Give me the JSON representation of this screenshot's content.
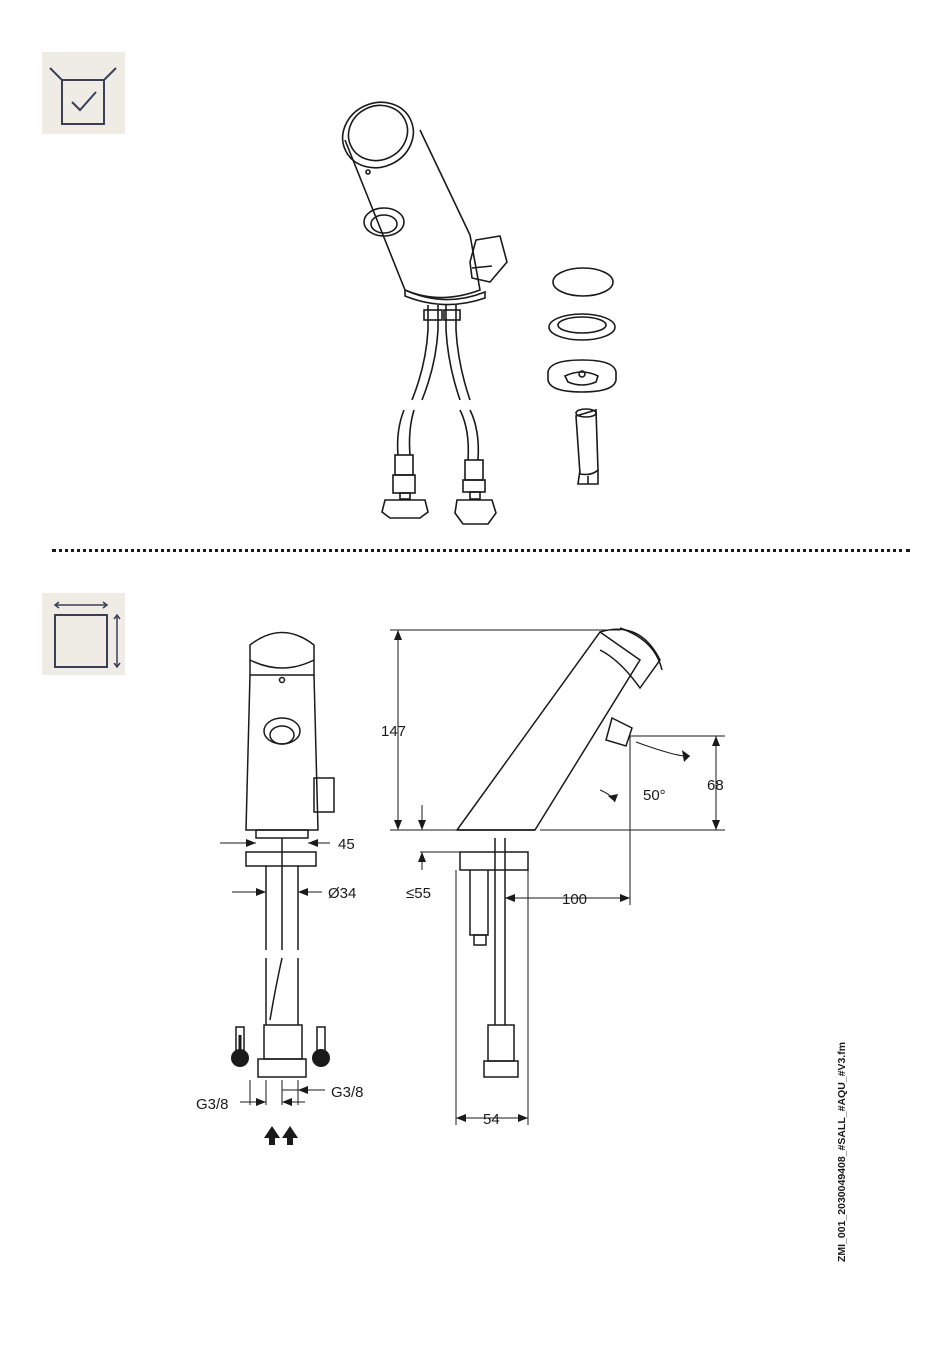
{
  "dimensions": {
    "height_total": "147",
    "spout_height": "68",
    "angle": "50°",
    "body_width": "45",
    "hole_diameter": "Ø34",
    "deck_thickness": "≤55",
    "projection": "100",
    "connection_left": "G3/8",
    "connection_right": "G3/8",
    "base_depth": "54"
  },
  "footer": {
    "file_id": "ZMI_001_2030049408_#SALL_#AQU_#V3.fm"
  },
  "colors": {
    "line": "#1a1a1a",
    "icon_bg": "#efece6",
    "icon_stroke": "#3a3f57"
  }
}
